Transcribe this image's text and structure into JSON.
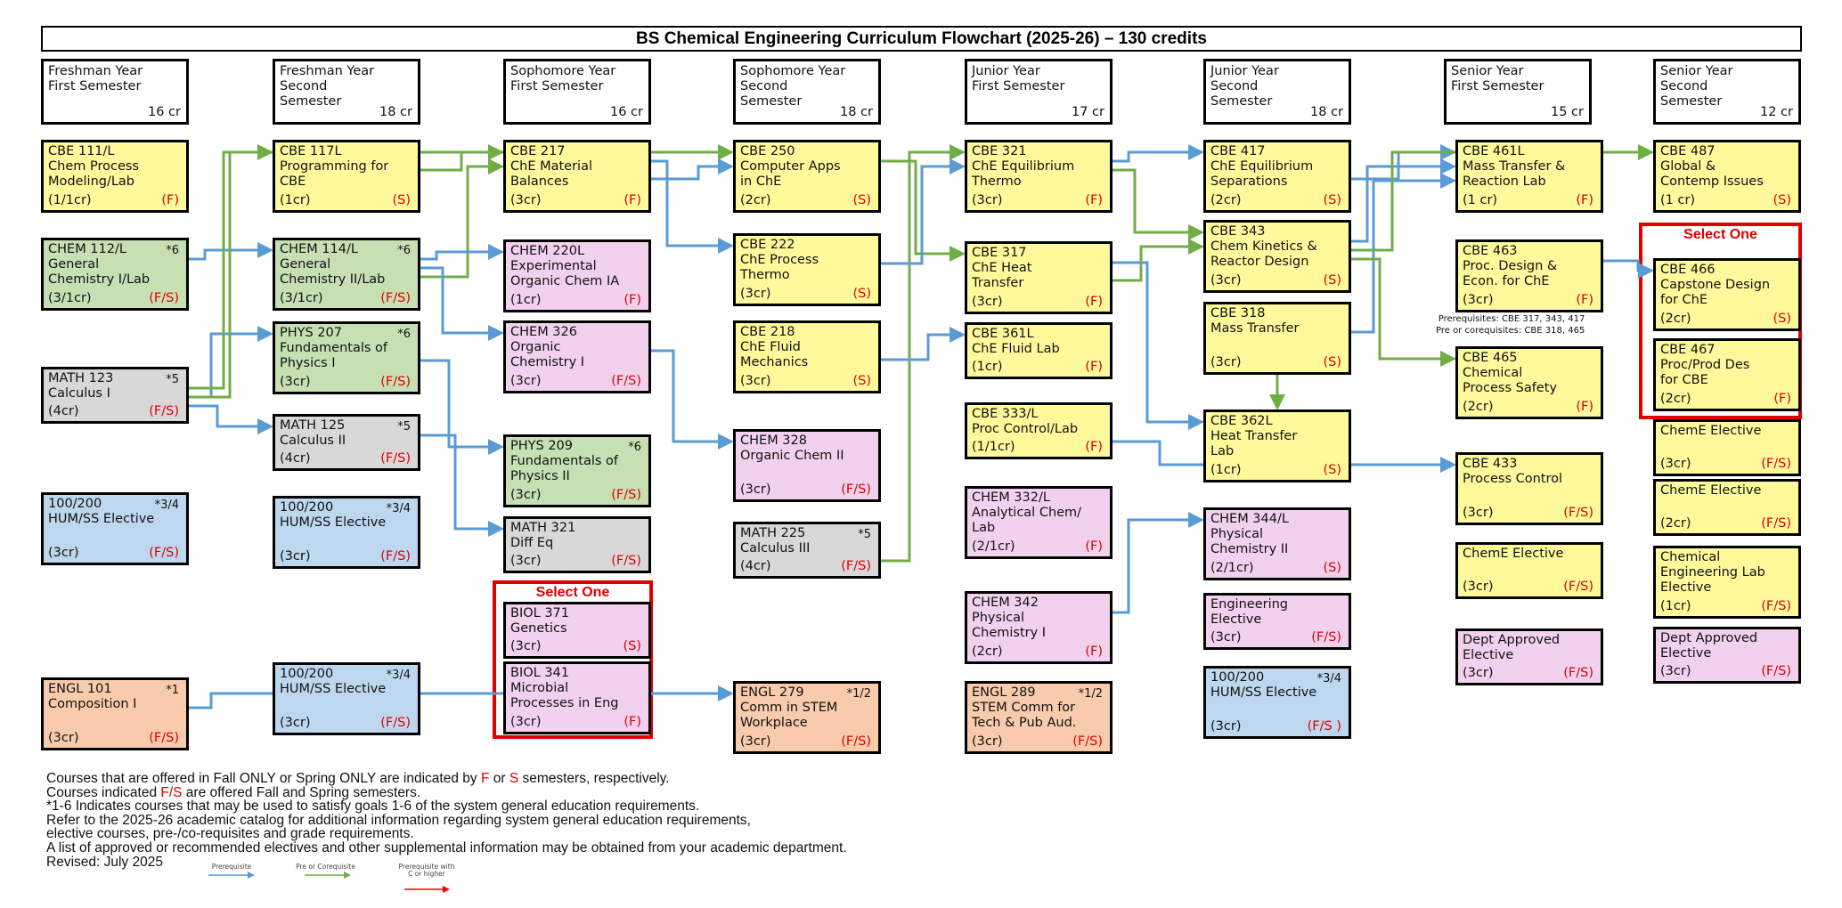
{
  "title": "BS Chemical Engineering Curriculum Flowchart (2025-26) – 130 credits",
  "colors": {
    "prerequisite": "#5b9bd5",
    "pre_or_corequisite": "#70ad47",
    "c_or_higher": "#ff0000",
    "semester_offer": "#e00000",
    "core_chbe": "#fefa9c",
    "chemistry_physics": "#c6e0b4",
    "math": "#d8d8d8",
    "hum_ss": "#bdd7ee",
    "chem_bio": "#f2d1ef",
    "english": "#f8cbad"
  },
  "semesters": [
    {
      "id": "s1",
      "title": "Freshman Year\nFirst Semester",
      "credits": "16 cr"
    },
    {
      "id": "s2",
      "title": "Freshman Year\nSecond\nSemester",
      "credits": "18 cr"
    },
    {
      "id": "s3",
      "title": "Sophomore Year\nFirst Semester",
      "credits": "16 cr"
    },
    {
      "id": "s4",
      "title": "Sophomore Year\nSecond\nSemester",
      "credits": "18 cr"
    },
    {
      "id": "s5",
      "title": "Junior Year\nFirst Semester",
      "credits": "17 cr"
    },
    {
      "id": "s6",
      "title": "Junior Year\nSecond\nSemester",
      "credits": "18 cr"
    },
    {
      "id": "s7",
      "title": "Senior Year\nFirst Semester",
      "credits": "15 cr"
    },
    {
      "id": "s8",
      "title": "Senior Year\nSecond\nSemester",
      "credits": "12 cr"
    }
  ],
  "courses": {
    "cbe111": {
      "lines": [
        "CBE 111/L",
        "Chem Process",
        "Modeling/Lab"
      ],
      "credits": "(1/1cr)",
      "offered": "(F)",
      "ge": ""
    },
    "chem112": {
      "lines": [
        "CHEM 112/L",
        "General",
        "Chemistry I/Lab"
      ],
      "credits": "(3/1cr)",
      "offered": "(F/S)",
      "ge": "*6"
    },
    "math123": {
      "lines": [
        "MATH 123",
        "Calculus I"
      ],
      "credits": "(4cr)",
      "offered": "(F/S)",
      "ge": "*5"
    },
    "hum1": {
      "lines": [
        "100/200",
        "HUM/SS Elective"
      ],
      "credits": "(3cr)",
      "offered": "(F/S)",
      "ge": "*3/4"
    },
    "engl101": {
      "lines": [
        "ENGL 101",
        "Composition I"
      ],
      "credits": "(3cr)",
      "offered": "(F/S)",
      "ge": "*1"
    },
    "cbe117": {
      "lines": [
        "CBE 117L",
        "Programming for",
        "CBE"
      ],
      "credits": "(1cr)",
      "offered": "(S)",
      "ge": ""
    },
    "chem114": {
      "lines": [
        "CHEM 114/L",
        "General",
        "Chemistry II/Lab"
      ],
      "credits": "(3/1cr)",
      "offered": "(F/S)",
      "ge": "*6"
    },
    "phys207": {
      "lines": [
        "PHYS 207",
        "Fundamentals of",
        "Physics I"
      ],
      "credits": "(3cr)",
      "offered": "(F/S)",
      "ge": "*6"
    },
    "math125": {
      "lines": [
        "MATH 125",
        "Calculus II"
      ],
      "credits": "(4cr)",
      "offered": "(F/S)",
      "ge": "*5"
    },
    "hum2": {
      "lines": [
        "100/200",
        "HUM/SS Elective"
      ],
      "credits": "(3cr)",
      "offered": "(F/S)",
      "ge": "*3/4"
    },
    "hum3": {
      "lines": [
        "100/200",
        "HUM/SS Elective"
      ],
      "credits": "(3cr)",
      "offered": "(F/S)",
      "ge": "*3/4"
    },
    "cbe217": {
      "lines": [
        "CBE 217",
        "ChE Material",
        "Balances"
      ],
      "credits": "(3cr)",
      "offered": "(F)",
      "ge": ""
    },
    "chem220": {
      "lines": [
        "CHEM 220L",
        "Experimental",
        "Organic Chem IA"
      ],
      "credits": "(1cr)",
      "offered": "(F)",
      "ge": ""
    },
    "chem326": {
      "lines": [
        "CHEM 326",
        "Organic",
        "Chemistry I"
      ],
      "credits": "(3cr)",
      "offered": "(F/S)",
      "ge": ""
    },
    "phys209": {
      "lines": [
        "PHYS 209",
        "Fundamentals of",
        "Physics II"
      ],
      "credits": "(3cr)",
      "offered": "(F/S)",
      "ge": "*6"
    },
    "math321": {
      "lines": [
        "MATH 321",
        "Diff Eq"
      ],
      "credits": "(3cr)",
      "offered": "(F/S)",
      "ge": ""
    },
    "biol371": {
      "lines": [
        "BIOL 371",
        "Genetics"
      ],
      "credits": "(3cr)",
      "offered": "(S)",
      "ge": ""
    },
    "biol341": {
      "lines": [
        "BIOL 341",
        "Microbial",
        "Processes in Eng"
      ],
      "credits": "(3cr)",
      "offered": "(F)",
      "ge": ""
    },
    "cbe250": {
      "lines": [
        "CBE 250",
        "Computer Apps",
        "in ChE"
      ],
      "credits": "(2cr)",
      "offered": "(S)",
      "ge": ""
    },
    "cbe222": {
      "lines": [
        "CBE 222",
        "ChE Process",
        "Thermo"
      ],
      "credits": "(3cr)",
      "offered": "(S)",
      "ge": ""
    },
    "cbe218": {
      "lines": [
        "CBE 218",
        "ChE Fluid",
        "Mechanics"
      ],
      "credits": "(3cr)",
      "offered": "(S)",
      "ge": ""
    },
    "chem328": {
      "lines": [
        "CHEM 328",
        "Organic Chem II"
      ],
      "credits": "(3cr)",
      "offered": "(F/S)",
      "ge": ""
    },
    "math225": {
      "lines": [
        "MATH 225",
        "Calculus III"
      ],
      "credits": "(4cr)",
      "offered": "(F/S)",
      "ge": "*5"
    },
    "engl279": {
      "lines": [
        "ENGL 279",
        "Comm in STEM",
        "Workplace"
      ],
      "credits": "(3cr)",
      "offered": "(F/S)",
      "ge": "*1/2"
    },
    "cbe321": {
      "lines": [
        "CBE 321",
        "ChE Equilibrium",
        "Thermo"
      ],
      "credits": "(3cr)",
      "offered": "(F)",
      "ge": ""
    },
    "cbe317": {
      "lines": [
        "CBE 317",
        "ChE Heat",
        "Transfer"
      ],
      "credits": "(3cr)",
      "offered": "(F)",
      "ge": ""
    },
    "cbe361": {
      "lines": [
        "CBE 361L",
        "ChE Fluid Lab"
      ],
      "credits": "(1cr)",
      "offered": "(F)",
      "ge": ""
    },
    "cbe333": {
      "lines": [
        "CBE 333/L",
        "Proc Control/Lab"
      ],
      "credits": "(1/1cr)",
      "offered": "(F)",
      "ge": ""
    },
    "chem332": {
      "lines": [
        "CHEM 332/L",
        "Analytical Chem/",
        "Lab"
      ],
      "credits": "(2/1cr)",
      "offered": "(F)",
      "ge": ""
    },
    "chem342": {
      "lines": [
        "CHEM 342",
        "Physical",
        "Chemistry I"
      ],
      "credits": "(2cr)",
      "offered": "(F)",
      "ge": ""
    },
    "engl289": {
      "lines": [
        "ENGL 289",
        "STEM Comm for",
        "Tech & Pub Aud."
      ],
      "credits": "(3cr)",
      "offered": "(F/S)",
      "ge": "*1/2"
    },
    "cbe417": {
      "lines": [
        "CBE 417",
        "ChE Equilibrium",
        "Separations"
      ],
      "credits": "(2cr)",
      "offered": "(S)",
      "ge": ""
    },
    "cbe343": {
      "lines": [
        "CBE 343",
        "Chem Kinetics &",
        "Reactor Design"
      ],
      "credits": "(3cr)",
      "offered": "(S)",
      "ge": ""
    },
    "cbe318": {
      "lines": [
        "CBE 318",
        "Mass Transfer"
      ],
      "credits": "(3cr)",
      "offered": "(S)",
      "ge": ""
    },
    "cbe362": {
      "lines": [
        "CBE 362L",
        "Heat Transfer",
        "Lab"
      ],
      "credits": "(1cr)",
      "offered": "(S)",
      "ge": ""
    },
    "chem344": {
      "lines": [
        "CHEM 344/L",
        "Physical",
        "Chemistry II"
      ],
      "credits": "(2/1cr)",
      "offered": "(S)",
      "ge": ""
    },
    "engelec": {
      "lines": [
        "Engineering",
        "Elective"
      ],
      "credits": "(3cr)",
      "offered": "(F/S)",
      "ge": ""
    },
    "hum4": {
      "lines": [
        "100/200",
        "HUM/SS Elective"
      ],
      "credits": "(3cr)",
      "offered": "(F/S )",
      "ge": "*3/4"
    },
    "cbe461": {
      "lines": [
        "CBE 461L",
        "Mass Transfer &",
        "Reaction Lab"
      ],
      "credits": "(1 cr)",
      "offered": "(F)",
      "ge": ""
    },
    "cbe463": {
      "lines": [
        "CBE 463",
        "Proc. Design &",
        "Econ. for ChE"
      ],
      "credits": "(3cr)",
      "offered": "(F)",
      "ge": ""
    },
    "cbe465": {
      "lines": [
        "CBE 465",
        "Chemical",
        "Process Safety"
      ],
      "credits": "(2cr)",
      "offered": "(F)",
      "ge": ""
    },
    "cbe433": {
      "lines": [
        "CBE 433",
        "Process Control"
      ],
      "credits": "(3cr)",
      "offered": "(F/S)",
      "ge": ""
    },
    "cheme1": {
      "lines": [
        "ChemE Elective"
      ],
      "credits": "(3cr)",
      "offered": "(F/S)",
      "ge": ""
    },
    "dept1": {
      "lines": [
        "Dept Approved",
        "Elective"
      ],
      "credits": "(3cr)",
      "offered": "(F/S)",
      "ge": ""
    },
    "cbe487": {
      "lines": [
        "CBE 487",
        "Global &",
        "Contemp Issues"
      ],
      "credits": "(1 cr)",
      "offered": "(S)",
      "ge": ""
    },
    "cbe466": {
      "lines": [
        "CBE 466",
        "Capstone Design",
        "for ChE"
      ],
      "credits": "(2cr)",
      "offered": "(S)",
      "ge": ""
    },
    "cbe467": {
      "lines": [
        "CBE 467",
        "Proc/Prod Des",
        "for CBE"
      ],
      "credits": "(2cr)",
      "offered": "(F)",
      "ge": ""
    },
    "cheme2": {
      "lines": [
        "ChemE Elective"
      ],
      "credits": "(3cr)",
      "offered": "(F/S)",
      "ge": ""
    },
    "cheme3": {
      "lines": [
        "ChemE Elective"
      ],
      "credits": "(2cr)",
      "offered": "(F/S)",
      "ge": ""
    },
    "chelab": {
      "lines": [
        "Chemical",
        "Engineering Lab",
        "Elective"
      ],
      "credits": "(1cr)",
      "offered": "(F/S)",
      "ge": ""
    },
    "dept2": {
      "lines": [
        "Dept Approved",
        "Elective"
      ],
      "credits": "(3cr)",
      "offered": "(F/S)",
      "ge": ""
    }
  },
  "select_one_label": "Select One",
  "cbe463_note": {
    "line1": "Prerequisites: CBE 317, 343, 417",
    "line2": "Pre or corequisites: CBE 318, 465"
  },
  "prerequisites": [
    {
      "from": "chem112",
      "to": "chem114",
      "type": "prerequisite"
    },
    {
      "from": "math123",
      "to": "phys207",
      "type": "prerequisite"
    },
    {
      "from": "math123",
      "to": "math125",
      "type": "prerequisite"
    },
    {
      "from": "math123",
      "to": "cbe117",
      "type": "pre_or_corequisite"
    },
    {
      "from": "math123",
      "to": "cbe217",
      "type": "pre_or_corequisite"
    },
    {
      "from": "chem114",
      "to": "cbe217",
      "type": "pre_or_corequisite"
    },
    {
      "from": "chem114",
      "to": "chem220",
      "type": "prerequisite"
    },
    {
      "from": "chem114",
      "to": "chem326",
      "type": "prerequisite"
    },
    {
      "from": "phys207",
      "to": "phys209",
      "type": "prerequisite"
    },
    {
      "from": "math125",
      "to": "math321",
      "type": "prerequisite"
    },
    {
      "from": "cbe117",
      "to": "cbe250",
      "type": "pre_or_corequisite"
    },
    {
      "from": "cbe217",
      "to": "cbe250",
      "type": "prerequisite"
    },
    {
      "from": "cbe217",
      "to": "cbe222",
      "type": "prerequisite"
    },
    {
      "from": "chem326",
      "to": "chem328",
      "type": "prerequisite"
    },
    {
      "from": "math225",
      "to": "cbe321",
      "type": "pre_or_corequisite"
    },
    {
      "from": "cbe250",
      "to": "cbe317",
      "type": "pre_or_corequisite"
    },
    {
      "from": "cbe222",
      "to": "cbe321",
      "type": "prerequisite"
    },
    {
      "from": "cbe218",
      "to": "cbe361",
      "type": "prerequisite"
    },
    {
      "from": "cbe321",
      "to": "cbe417",
      "type": "prerequisite"
    },
    {
      "from": "cbe321",
      "to": "cbe343",
      "type": "pre_or_corequisite"
    },
    {
      "from": "cbe317",
      "to": "cbe343",
      "type": "pre_or_corequisite"
    },
    {
      "from": "cbe317",
      "to": "cbe362",
      "type": "prerequisite"
    },
    {
      "from": "cbe318",
      "to": "cbe362",
      "type": "pre_or_corequisite"
    },
    {
      "from": "cbe417",
      "to": "cbe461",
      "type": "prerequisite"
    },
    {
      "from": "cbe343",
      "to": "cbe461",
      "type": "prerequisite"
    },
    {
      "from": "cbe318",
      "to": "cbe461",
      "type": "prerequisite"
    },
    {
      "from": "cbe343",
      "to": "cbe465",
      "type": "pre_or_corequisite"
    },
    {
      "from": "cbe463",
      "to": "cbe466",
      "type": "prerequisite"
    },
    {
      "from": "cbe343",
      "to": "cbe487",
      "type": "pre_or_corequisite"
    },
    {
      "from": "cbe333",
      "to": "cbe433",
      "type": "prerequisite"
    },
    {
      "from": "chem342",
      "to": "chem344",
      "type": "prerequisite"
    },
    {
      "from": "engl101",
      "to": "engl279",
      "type": "prerequisite"
    }
  ],
  "footer": {
    "line1_a": "Courses that are offered in Fall ONLY or Spring ONLY are indicated by ",
    "line1_f": "F",
    "line1_or": " or ",
    "line1_s": "S",
    "line1_b": " semesters, respectively.",
    "line2_a": "Courses indicated ",
    "line2_fs": "F/S",
    "line2_b": " are offered Fall and Spring semesters.",
    "line3": "*1-6 Indicates courses that may be used to satisfy goals 1-6 of the system general education requirements.",
    "line4": "Refer to the 2025-26 academic catalog for additional information regarding system general education requirements,",
    "line5": "elective courses, pre-/co-requisites and grade requirements.",
    "line6": "A list of approved or recommended electives and other supplemental information may be obtained from your academic department.",
    "line7": "Revised: July 2025"
  },
  "legend": {
    "prerequisite": "Prerequisite",
    "pre_or_corequisite": "Pre or Corequisite",
    "c_or_higher": "Prerequisite with\nC or higher"
  }
}
